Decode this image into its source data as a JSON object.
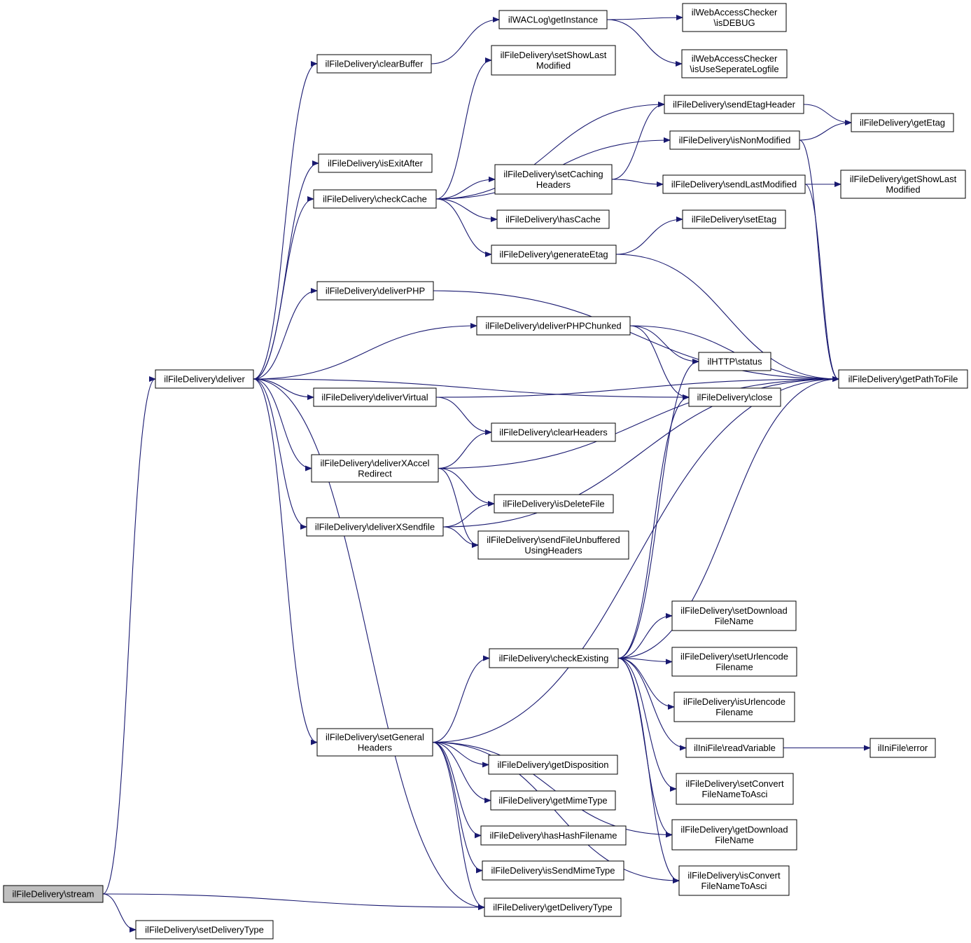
{
  "nodes": [
    {
      "id": "stream",
      "lines": [
        "ilFileDelivery\\stream"
      ],
      "highlight": true
    },
    {
      "id": "setDeliveryType",
      "lines": [
        "ilFileDelivery\\setDeliveryType"
      ]
    },
    {
      "id": "deliver",
      "lines": [
        "ilFileDelivery\\deliver"
      ]
    },
    {
      "id": "getDeliveryType",
      "lines": [
        "ilFileDelivery\\getDeliveryType"
      ]
    },
    {
      "id": "clearBuffer",
      "lines": [
        "ilFileDelivery\\clearBuffer"
      ]
    },
    {
      "id": "isExitAfter",
      "lines": [
        "ilFileDelivery\\isExitAfter"
      ]
    },
    {
      "id": "checkCache",
      "lines": [
        "ilFileDelivery\\checkCache"
      ]
    },
    {
      "id": "deliverPHP",
      "lines": [
        "ilFileDelivery\\deliverPHP"
      ]
    },
    {
      "id": "deliverPHPChunked",
      "lines": [
        "ilFileDelivery\\deliverPHPChunked"
      ]
    },
    {
      "id": "deliverVirtual",
      "lines": [
        "ilFileDelivery\\deliverVirtual"
      ]
    },
    {
      "id": "deliverXAccelRedirect",
      "lines": [
        "ilFileDelivery\\deliverXAccel",
        "Redirect"
      ]
    },
    {
      "id": "deliverXSendfile",
      "lines": [
        "ilFileDelivery\\deliverXSendfile"
      ]
    },
    {
      "id": "setGeneralHeaders",
      "lines": [
        "ilFileDelivery\\setGeneral",
        "Headers"
      ]
    },
    {
      "id": "getInstance",
      "lines": [
        "ilWACLog\\getInstance"
      ]
    },
    {
      "id": "isDEBUG",
      "lines": [
        "ilWebAccessChecker",
        "\\isDEBUG"
      ]
    },
    {
      "id": "isUseSeperateLogfile",
      "lines": [
        "ilWebAccessChecker",
        "\\isUseSeperateLogfile"
      ]
    },
    {
      "id": "setShowLastModified",
      "lines": [
        "ilFileDelivery\\setShowLast",
        "Modified"
      ]
    },
    {
      "id": "sendEtagHeader",
      "lines": [
        "ilFileDelivery\\sendEtagHeader"
      ]
    },
    {
      "id": "getEtag",
      "lines": [
        "ilFileDelivery\\getEtag"
      ]
    },
    {
      "id": "isNonModified",
      "lines": [
        "ilFileDelivery\\isNonModified"
      ]
    },
    {
      "id": "setCachingHeaders",
      "lines": [
        "ilFileDelivery\\setCaching",
        "Headers"
      ]
    },
    {
      "id": "sendLastModified",
      "lines": [
        "ilFileDelivery\\sendLastModified"
      ]
    },
    {
      "id": "getShowLastModified",
      "lines": [
        "ilFileDelivery\\getShowLast",
        "Modified"
      ]
    },
    {
      "id": "hasCache",
      "lines": [
        "ilFileDelivery\\hasCache"
      ]
    },
    {
      "id": "setEtag",
      "lines": [
        "ilFileDelivery\\setEtag"
      ]
    },
    {
      "id": "generateEtag",
      "lines": [
        "ilFileDelivery\\generateEtag"
      ]
    },
    {
      "id": "httpStatus",
      "lines": [
        "ilHTTP\\status"
      ]
    },
    {
      "id": "getPathToFile",
      "lines": [
        "ilFileDelivery\\getPathToFile"
      ]
    },
    {
      "id": "close",
      "lines": [
        "ilFileDelivery\\close"
      ]
    },
    {
      "id": "clearHeaders",
      "lines": [
        "ilFileDelivery\\clearHeaders"
      ]
    },
    {
      "id": "isDeleteFile",
      "lines": [
        "ilFileDelivery\\isDeleteFile"
      ]
    },
    {
      "id": "sendFileUnbuffered",
      "lines": [
        "ilFileDelivery\\sendFileUnbuffered",
        "UsingHeaders"
      ]
    },
    {
      "id": "setDownloadFileName",
      "lines": [
        "ilFileDelivery\\setDownload",
        "FileName"
      ]
    },
    {
      "id": "checkExisting",
      "lines": [
        "ilFileDelivery\\checkExisting"
      ]
    },
    {
      "id": "setUrlencodeFilename",
      "lines": [
        "ilFileDelivery\\setUrlencode",
        "Filename"
      ]
    },
    {
      "id": "isUrlencodeFilename",
      "lines": [
        "ilFileDelivery\\isUrlencode",
        "Filename"
      ]
    },
    {
      "id": "readVariable",
      "lines": [
        "ilIniFile\\readVariable"
      ]
    },
    {
      "id": "iniError",
      "lines": [
        "ilIniFile\\error"
      ]
    },
    {
      "id": "setConvertFileNameToAsci",
      "lines": [
        "ilFileDelivery\\setConvert",
        "FileNameToAsci"
      ]
    },
    {
      "id": "getDownloadFileName",
      "lines": [
        "ilFileDelivery\\getDownload",
        "FileName"
      ]
    },
    {
      "id": "isConvertFileNameToAsci",
      "lines": [
        "ilFileDelivery\\isConvert",
        "FileNameToAsci"
      ]
    },
    {
      "id": "getDisposition",
      "lines": [
        "ilFileDelivery\\getDisposition"
      ]
    },
    {
      "id": "getMimeType",
      "lines": [
        "ilFileDelivery\\getMimeType"
      ]
    },
    {
      "id": "hasHashFilename",
      "lines": [
        "ilFileDelivery\\hasHashFilename"
      ]
    },
    {
      "id": "isSendMimeType",
      "lines": [
        "ilFileDelivery\\isSendMimeType"
      ]
    }
  ],
  "edges": [
    [
      "stream",
      "deliver"
    ],
    [
      "stream",
      "getDeliveryType"
    ],
    [
      "stream",
      "setDeliveryType"
    ],
    [
      "deliver",
      "clearBuffer"
    ],
    [
      "deliver",
      "isExitAfter"
    ],
    [
      "deliver",
      "checkCache"
    ],
    [
      "deliver",
      "deliverPHP"
    ],
    [
      "deliver",
      "deliverPHPChunked"
    ],
    [
      "deliver",
      "close"
    ],
    [
      "deliver",
      "deliverVirtual"
    ],
    [
      "deliver",
      "deliverXAccelRedirect"
    ],
    [
      "deliver",
      "deliverXSendfile"
    ],
    [
      "deliver",
      "setGeneralHeaders"
    ],
    [
      "deliver",
      "getDeliveryType"
    ],
    [
      "clearBuffer",
      "getInstance"
    ],
    [
      "getInstance",
      "isDEBUG"
    ],
    [
      "getInstance",
      "isUseSeperateLogfile"
    ],
    [
      "checkCache",
      "setShowLastModified"
    ],
    [
      "checkCache",
      "sendEtagHeader"
    ],
    [
      "checkCache",
      "isNonModified"
    ],
    [
      "checkCache",
      "setCachingHeaders"
    ],
    [
      "checkCache",
      "hasCache"
    ],
    [
      "checkCache",
      "generateEtag"
    ],
    [
      "sendEtagHeader",
      "getEtag"
    ],
    [
      "isNonModified",
      "getEtag"
    ],
    [
      "isNonModified",
      "getPathToFile"
    ],
    [
      "setCachingHeaders",
      "sendEtagHeader"
    ],
    [
      "setCachingHeaders",
      "sendLastModified"
    ],
    [
      "sendLastModified",
      "getShowLastModified"
    ],
    [
      "sendLastModified",
      "getPathToFile"
    ],
    [
      "generateEtag",
      "setEtag"
    ],
    [
      "generateEtag",
      "getPathToFile"
    ],
    [
      "deliverPHP",
      "getPathToFile"
    ],
    [
      "deliverPHPChunked",
      "getPathToFile"
    ],
    [
      "deliverPHPChunked",
      "httpStatus"
    ],
    [
      "deliverPHPChunked",
      "close"
    ],
    [
      "deliverVirtual",
      "clearHeaders"
    ],
    [
      "deliverVirtual",
      "getPathToFile"
    ],
    [
      "deliverXAccelRedirect",
      "clearHeaders"
    ],
    [
      "deliverXAccelRedirect",
      "getPathToFile"
    ],
    [
      "deliverXAccelRedirect",
      "isDeleteFile"
    ],
    [
      "deliverXAccelRedirect",
      "sendFileUnbuffered"
    ],
    [
      "deliverXSendfile",
      "isDeleteFile"
    ],
    [
      "deliverXSendfile",
      "sendFileUnbuffered"
    ],
    [
      "deliverXSendfile",
      "getPathToFile"
    ],
    [
      "setGeneralHeaders",
      "checkExisting"
    ],
    [
      "setGeneralHeaders",
      "getPathToFile"
    ],
    [
      "setGeneralHeaders",
      "getDownloadFileName"
    ],
    [
      "setGeneralHeaders",
      "isConvertFileNameToAsci"
    ],
    [
      "setGeneralHeaders",
      "getDisposition"
    ],
    [
      "setGeneralHeaders",
      "getMimeType"
    ],
    [
      "setGeneralHeaders",
      "hasHashFilename"
    ],
    [
      "setGeneralHeaders",
      "isSendMimeType"
    ],
    [
      "setGeneralHeaders",
      "getDeliveryType"
    ],
    [
      "checkExisting",
      "httpStatus"
    ],
    [
      "checkExisting",
      "close"
    ],
    [
      "checkExisting",
      "getPathToFile"
    ],
    [
      "checkExisting",
      "setDownloadFileName"
    ],
    [
      "checkExisting",
      "setUrlencodeFilename"
    ],
    [
      "checkExisting",
      "isUrlencodeFilename"
    ],
    [
      "checkExisting",
      "readVariable"
    ],
    [
      "checkExisting",
      "setConvertFileNameToAsci"
    ],
    [
      "checkExisting",
      "getDownloadFileName"
    ],
    [
      "checkExisting",
      "isConvertFileNameToAsci"
    ],
    [
      "readVariable",
      "iniError"
    ]
  ],
  "colors": {
    "edge": "#191970",
    "node_border": "#000000",
    "root_fill": "#bfbfbf",
    "node_fill": "#ffffff"
  }
}
